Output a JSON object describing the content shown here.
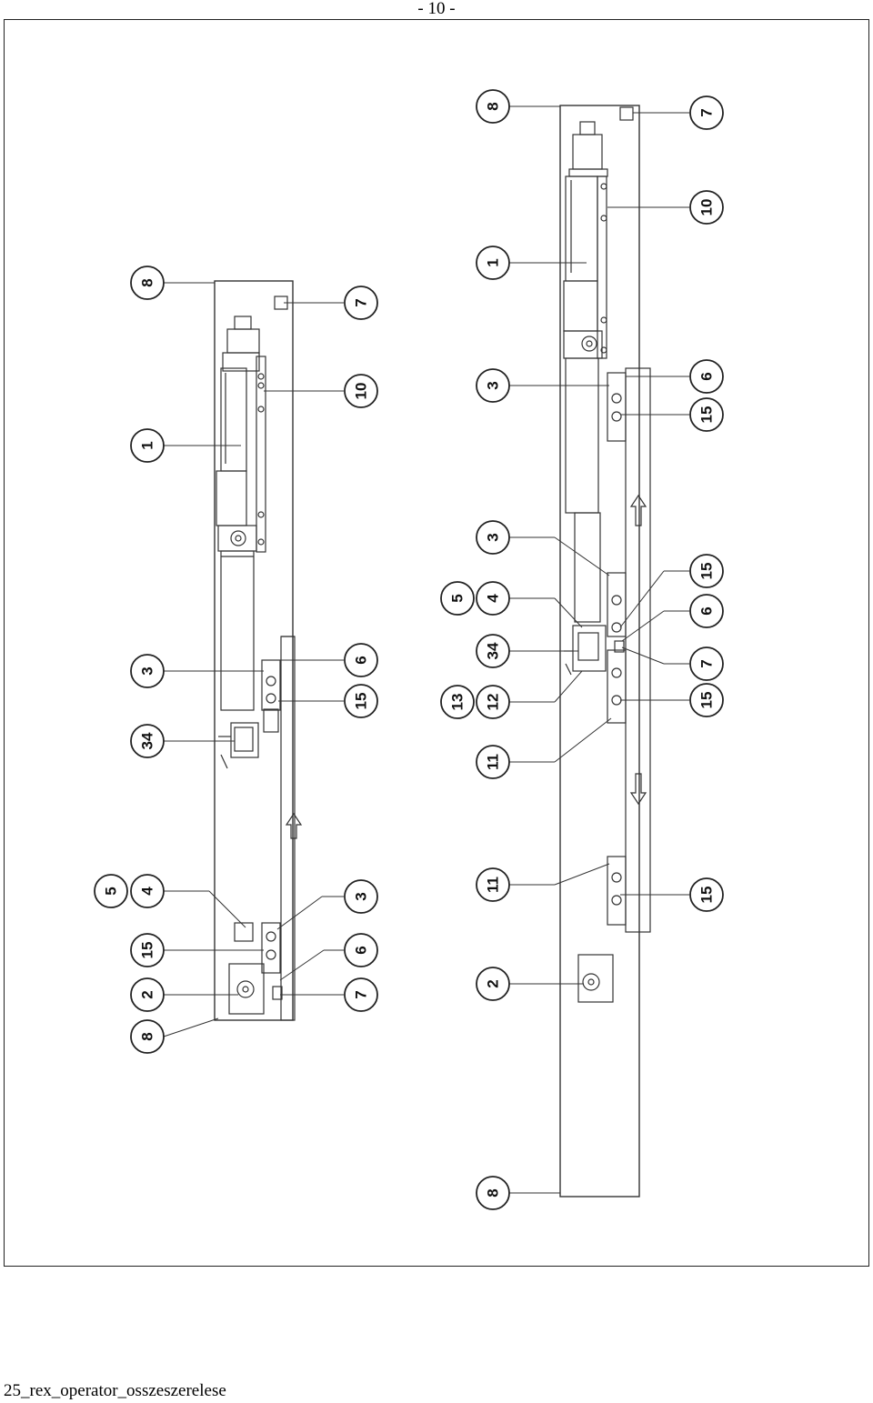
{
  "page": {
    "number": "- 10 -",
    "footer": "25_rex_operator_osszeszerelese"
  },
  "assemblies": [
    {
      "id": "left",
      "callouts": [
        "8",
        "1",
        "3",
        "34",
        "7",
        "10",
        "6",
        "15",
        "5",
        "4",
        "15",
        "2",
        "3",
        "6",
        "7",
        "8"
      ]
    },
    {
      "id": "right",
      "callouts": [
        "8",
        "7",
        "1",
        "10",
        "3",
        "6",
        "15",
        "3",
        "5",
        "4",
        "34",
        "13",
        "12",
        "11",
        "15",
        "6",
        "7",
        "15",
        "11",
        "15",
        "2",
        "8"
      ]
    }
  ],
  "icons": {
    "arrow_up": "arrow-up-icon",
    "arrow_down": "arrow-down-icon"
  }
}
